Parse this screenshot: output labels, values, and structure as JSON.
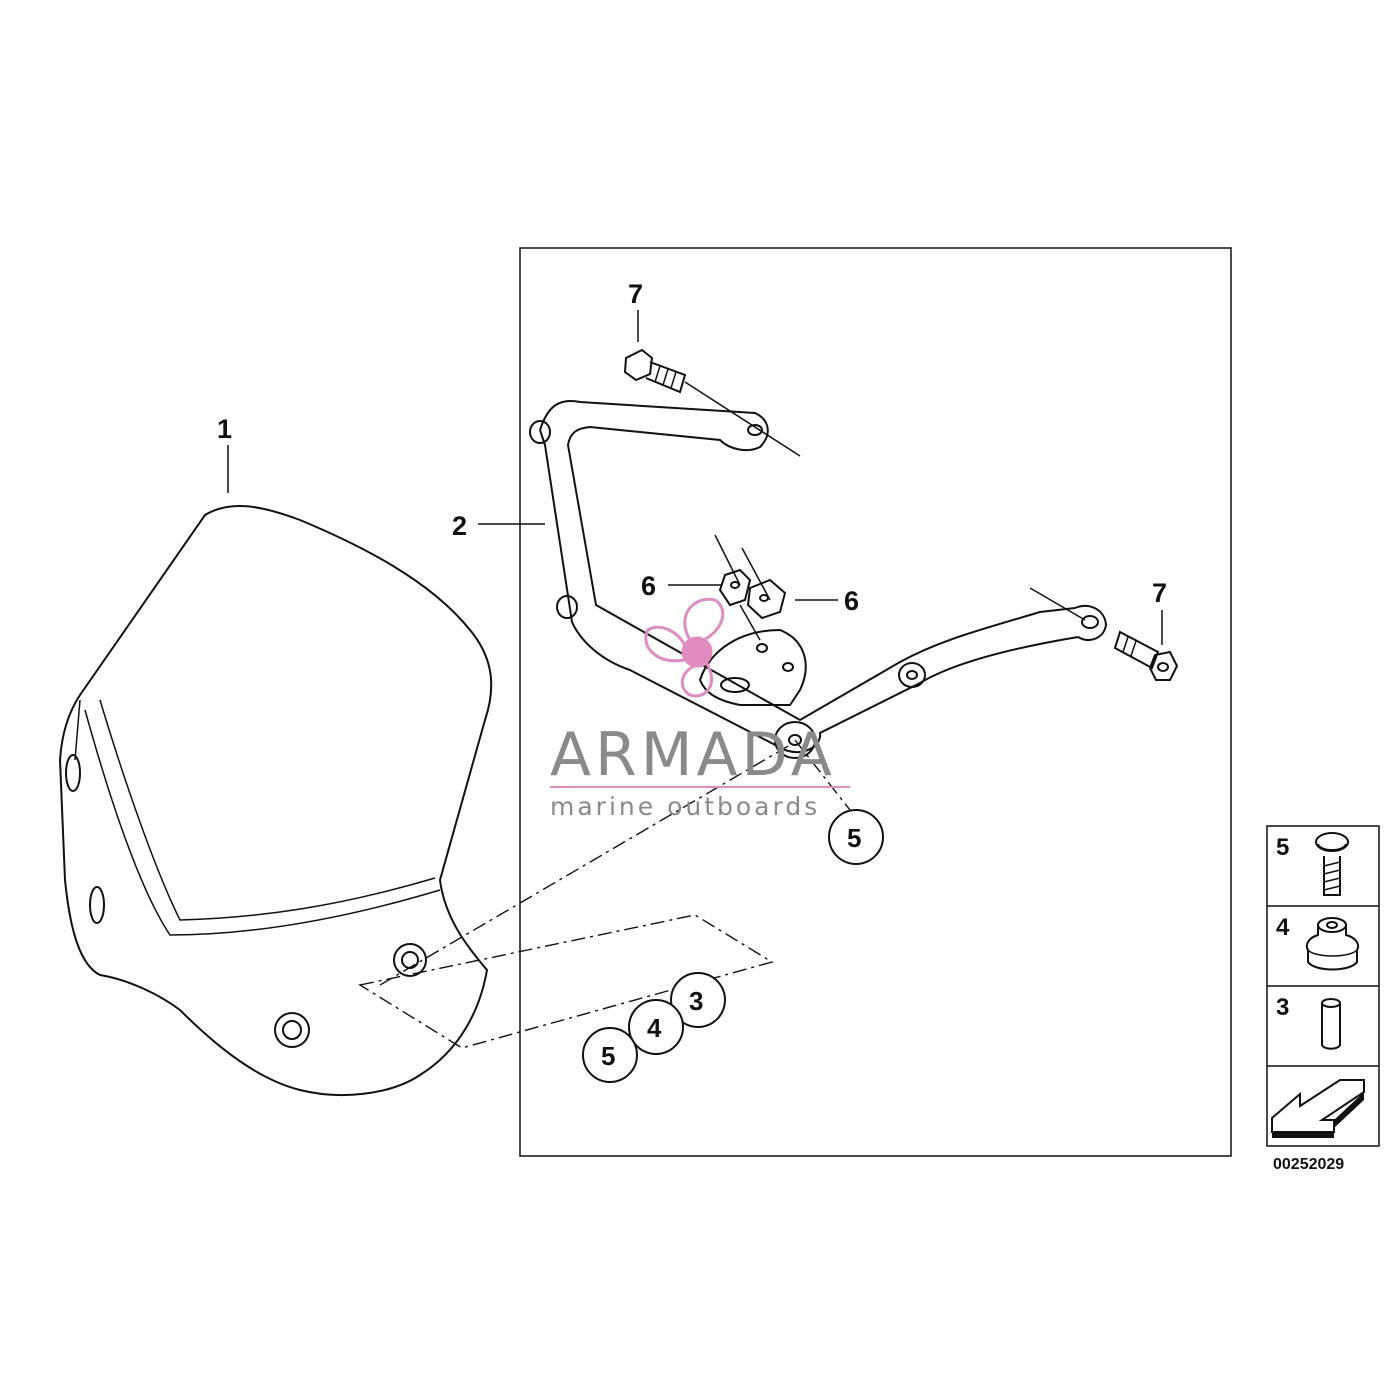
{
  "callouts": {
    "part1": "1",
    "part2": "2",
    "part6_left": "6",
    "part6_right": "6",
    "part7_top": "7",
    "part7_right": "7"
  },
  "circled": {
    "c5_main": "5",
    "c3": "3",
    "c4": "4",
    "c5_group": "5"
  },
  "legend": {
    "row5": "5",
    "row4": "4",
    "row3": "3"
  },
  "diagram_code": "00252029",
  "watermark": {
    "brand": "ARMADA",
    "tagline": "marine outboards",
    "accent_color": "#e08cc0"
  }
}
